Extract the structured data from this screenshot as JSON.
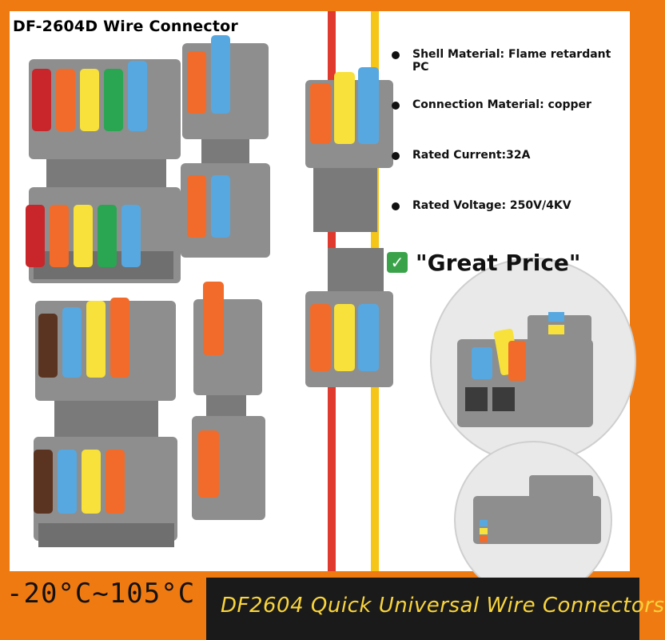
{
  "title": "DF-2604D Wire Connector",
  "specs": [
    "Shell Material: Flame retardant PC",
    "Connection Material: copper",
    "Rated Current:32A",
    "Rated Voltage: 250V/4KV"
  ],
  "price_tagline": "\"Great  Price\"",
  "check_glyph": "✓",
  "temperature": "-20°C~105°C",
  "banner": "DF2604 Quick Universal Wire Connectors",
  "colors": {
    "frame": "#f07a12",
    "banner_bg": "#1a1a1a",
    "banner_text": "#f9d43b",
    "housing": "#8e8e8e",
    "lever_red": "#c8262a",
    "lever_orange": "#f26b2a",
    "lever_yellow": "#f7e13a",
    "lever_green": "#2aa653",
    "lever_blue": "#57a8e0",
    "lever_brown": "#5a3421",
    "wire_red": "#e03a2f",
    "wire_yellow": "#f5c518"
  },
  "icons": [
    "check-mark-icon",
    "bullet-icon"
  ]
}
